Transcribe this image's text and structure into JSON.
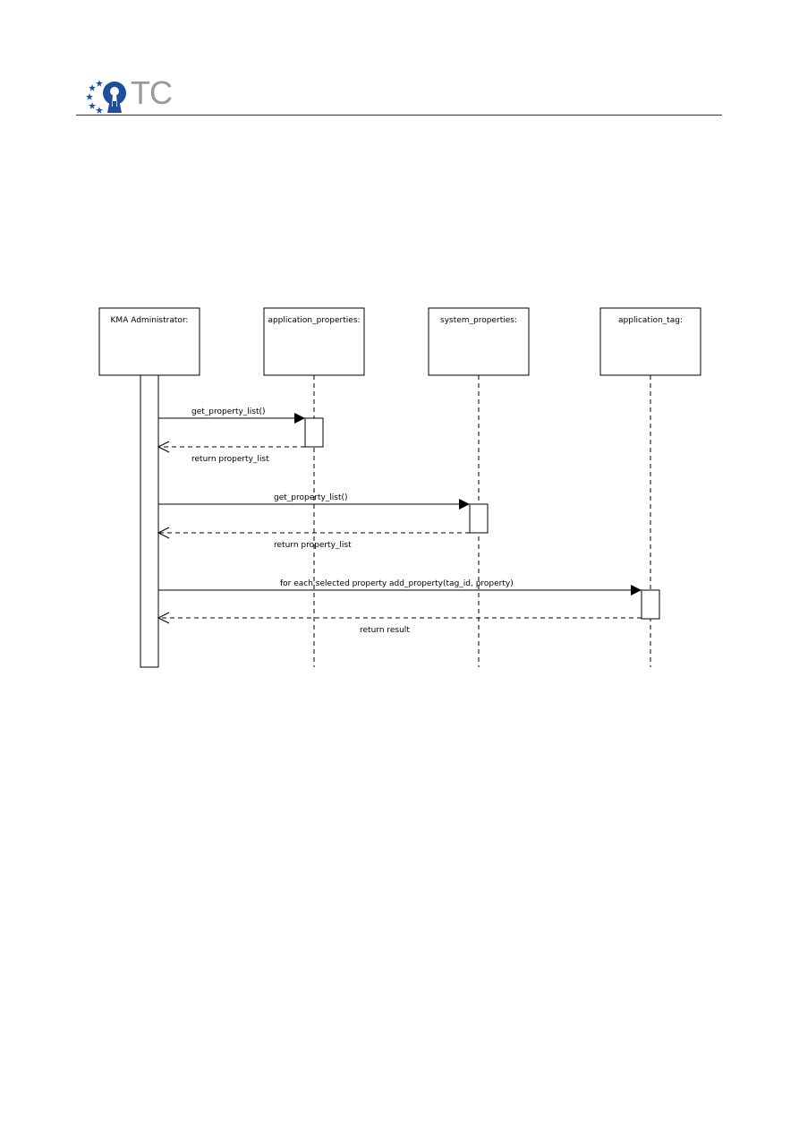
{
  "header": {
    "logo_text": "TC"
  },
  "diagram": {
    "lifelines": [
      {
        "label": "KMA Administrator:"
      },
      {
        "label": "application_properties:"
      },
      {
        "label": "system_properties:"
      },
      {
        "label": "application_tag:"
      }
    ],
    "messages": [
      {
        "label": "get_property_list()",
        "from": 0,
        "to": 1,
        "kind": "call"
      },
      {
        "label": "return property_list",
        "from": 1,
        "to": 0,
        "kind": "return"
      },
      {
        "label": "get_property_list()",
        "from": 0,
        "to": 2,
        "kind": "call"
      },
      {
        "label": "return property_list",
        "from": 2,
        "to": 0,
        "kind": "return"
      },
      {
        "label": "for each selected property add_property(tag_id, property)",
        "from": 0,
        "to": 3,
        "kind": "call"
      },
      {
        "label": "return result",
        "from": 3,
        "to": 0,
        "kind": "return"
      }
    ]
  }
}
